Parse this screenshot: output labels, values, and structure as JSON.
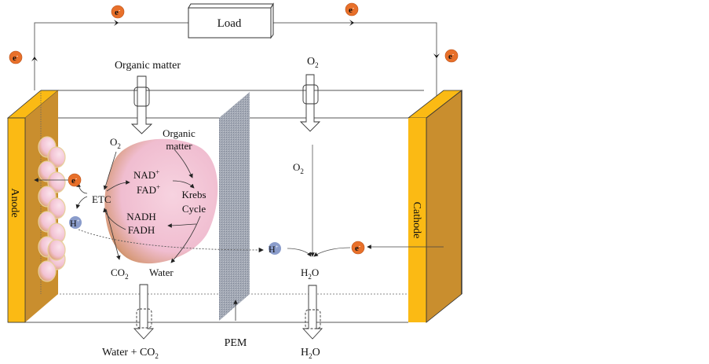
{
  "diagram": {
    "title": "Microbial fuel cell schematic",
    "load": {
      "label": "Load"
    },
    "electrodes": {
      "anode": "Anode",
      "cathode": "Cathode"
    },
    "membrane": {
      "label": "PEM"
    },
    "electron": {
      "symbol": "e",
      "charge": "-"
    },
    "proton": {
      "symbol": "H",
      "charge": "+"
    },
    "inputs": {
      "organic_matter": "Organic matter",
      "oxygen": {
        "base": "O",
        "sub": "2"
      }
    },
    "outputs": {
      "anode_outlet": {
        "pre": "Water + CO",
        "sub": "2"
      },
      "cathode_outlet": {
        "a": "H",
        "sub": "2",
        "b": "O"
      }
    },
    "bacterium": {
      "o2": {
        "base": "O",
        "sub": "2"
      },
      "organic_line1": "Organic",
      "organic_line2": "matter",
      "nad": "NAD",
      "fad": "FAD",
      "plus": "+",
      "etc": "ETC",
      "krebs1": "Krebs",
      "krebs2": "Cycle",
      "nadh": "NADH",
      "fadh": "FADH",
      "co2": {
        "base": "CO",
        "sub": "2"
      },
      "water": "Water"
    },
    "cathode_chamber": {
      "o2": {
        "base": "O",
        "sub": "2"
      },
      "h2o": {
        "a": "H",
        "sub": "2",
        "b": "O"
      }
    },
    "colors": {
      "electrode_front": "#FBBA14",
      "electrode_side": "#C98E2E",
      "electron": "#E8702A",
      "proton": "#8A9CCB",
      "membrane": "#9AA1AE",
      "bacteria": "#F4C6D6",
      "wire": "#555555"
    }
  }
}
